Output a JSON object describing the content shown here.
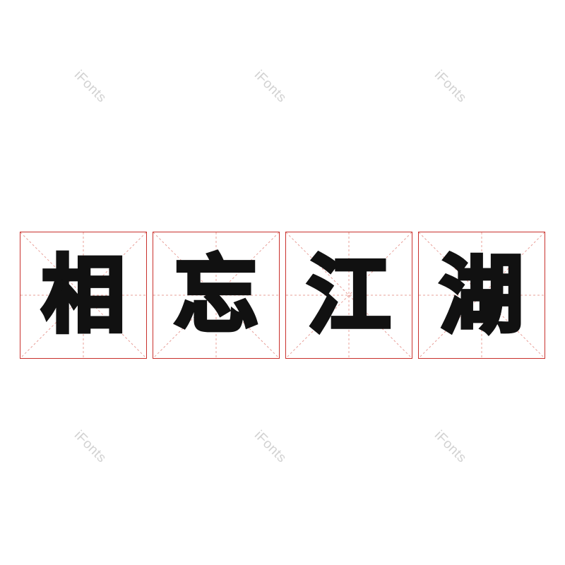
{
  "watermark": {
    "text": "iFonts",
    "color": "#d2d2d2"
  },
  "grid": {
    "border_color": "#c9302c",
    "guide_color": "#e8a09a"
  },
  "characters": [
    {
      "char": "相"
    },
    {
      "char": "忘"
    },
    {
      "char": "江"
    },
    {
      "char": "湖"
    }
  ]
}
